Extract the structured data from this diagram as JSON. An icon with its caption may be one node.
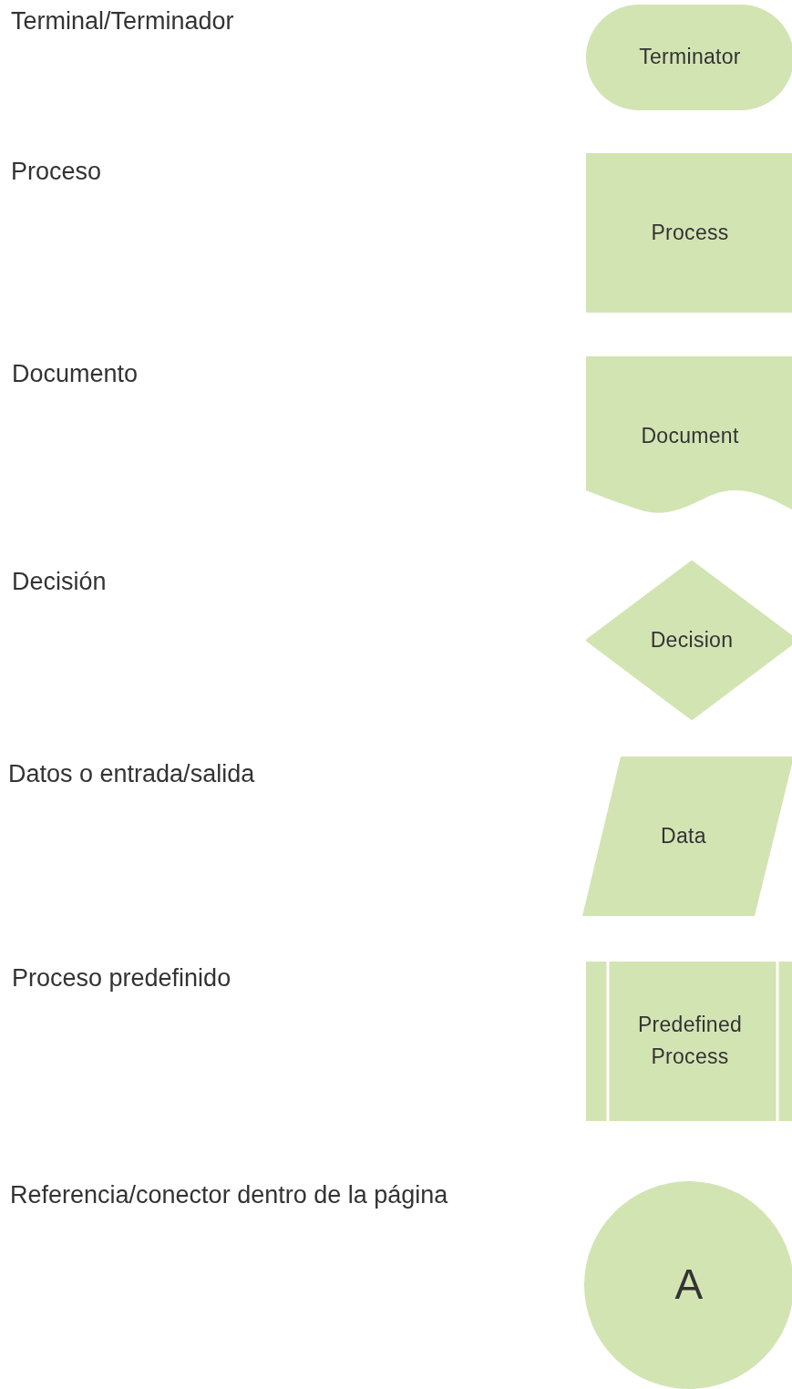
{
  "diagram": {
    "nodes": [
      {
        "text": [
          "Terminator"
        ]
      },
      {
        "text": [
          "Process"
        ]
      },
      {
        "text": [
          "Document"
        ]
      },
      {
        "text": [
          "Decision"
        ]
      },
      {
        "text": [
          "Data"
        ]
      },
      {
        "text": [
          "Predefined Process"
        ]
      },
      {
        "text": [
          "A"
        ]
      }
    ],
    "labels": [
      "Terminal/Terminador",
      "Proceso",
      "Documento",
      "Decisión",
      "Datos o entrada/salida",
      "Proceso predefinido",
      "Referencia/conector dentro de la página"
    ]
  }
}
